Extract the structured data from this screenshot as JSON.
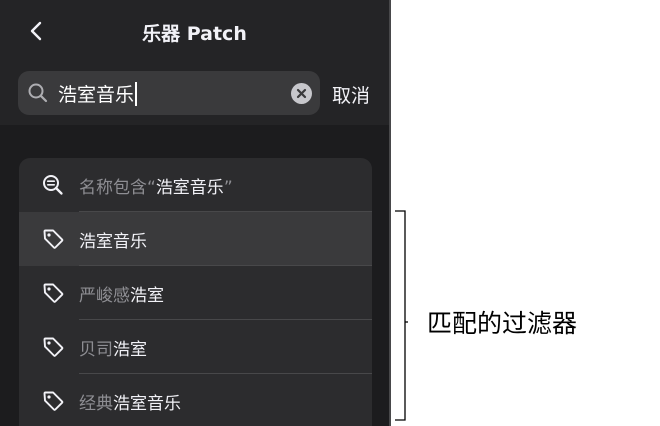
{
  "header": {
    "title": "乐器 Patch"
  },
  "search": {
    "value": "浩室音乐",
    "cancel_label": "取消"
  },
  "results": [
    {
      "kind": "name-contains",
      "prefix": "名称包含“",
      "match": "浩室音乐",
      "suffix": "”",
      "icon": "search-text-icon"
    },
    {
      "kind": "tag",
      "prefix": "",
      "match": "浩室音乐",
      "suffix": "",
      "icon": "tag-icon",
      "selected": true
    },
    {
      "kind": "tag",
      "prefix": "严峻感",
      "match": "浩室",
      "suffix": "",
      "icon": "tag-icon"
    },
    {
      "kind": "tag",
      "prefix": "贝司",
      "match": "浩室",
      "suffix": "",
      "icon": "tag-icon"
    },
    {
      "kind": "tag",
      "prefix": "经典",
      "match": "浩室音乐",
      "suffix": "",
      "icon": "tag-icon"
    }
  ],
  "callout": {
    "label": "匹配的过滤器"
  },
  "colors": {
    "panel_bg": "#1c1c1e",
    "list_bg": "#2c2c2e",
    "selected_row": "#3a3a3c",
    "match_text": "#f2f2f7",
    "dim_text": "#8e8e93"
  }
}
